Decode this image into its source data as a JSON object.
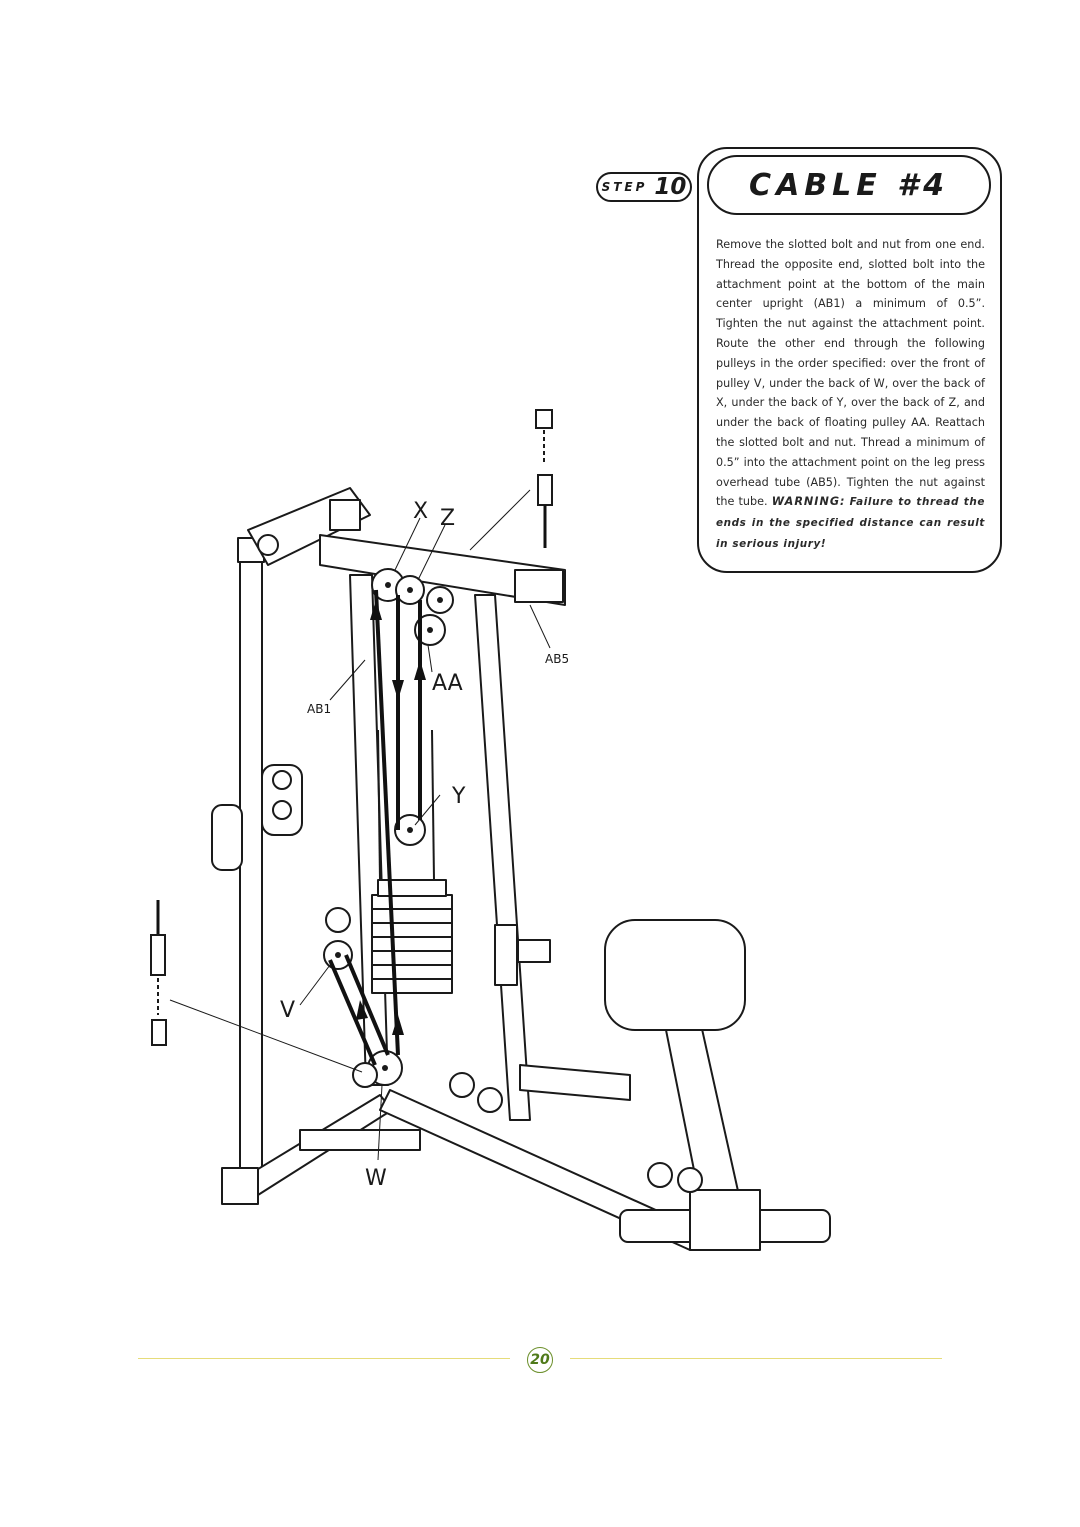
{
  "step": {
    "word": "STEP",
    "number": "10"
  },
  "title": "CABLE #4",
  "instructions": "Remove the slotted bolt and nut from one end. Thread the opposite end, slotted bolt into the attachment point at the bottom of the main center upright (AB1) a minimum of 0.5”. Tighten the nut against the attachment point. Route the other end through the following pulleys in the order specified: over the front of pulley V, under the back of W, over the back of X, under the back of Y, over the back of Z, and under the back of floating pulley AA. Reattach the slotted bolt and nut. Thread a minimum of 0.5” into the attachment point on the leg press overhead tube (AB5). Tighten the nut against the tube.",
  "warning_label": "WARNING:",
  "warning_text": "Failure to thread the ends in the specified distance can result in serious injury!",
  "labels": {
    "x": "X",
    "z": "Z",
    "aa": "AA",
    "y": "Y",
    "v": "V",
    "w": "W",
    "ab1": "AB1",
    "ab5": "AB5"
  },
  "page_number": "20",
  "colors": {
    "footer_line": "#e6dc7a",
    "page_number": "#4f7a1a"
  }
}
